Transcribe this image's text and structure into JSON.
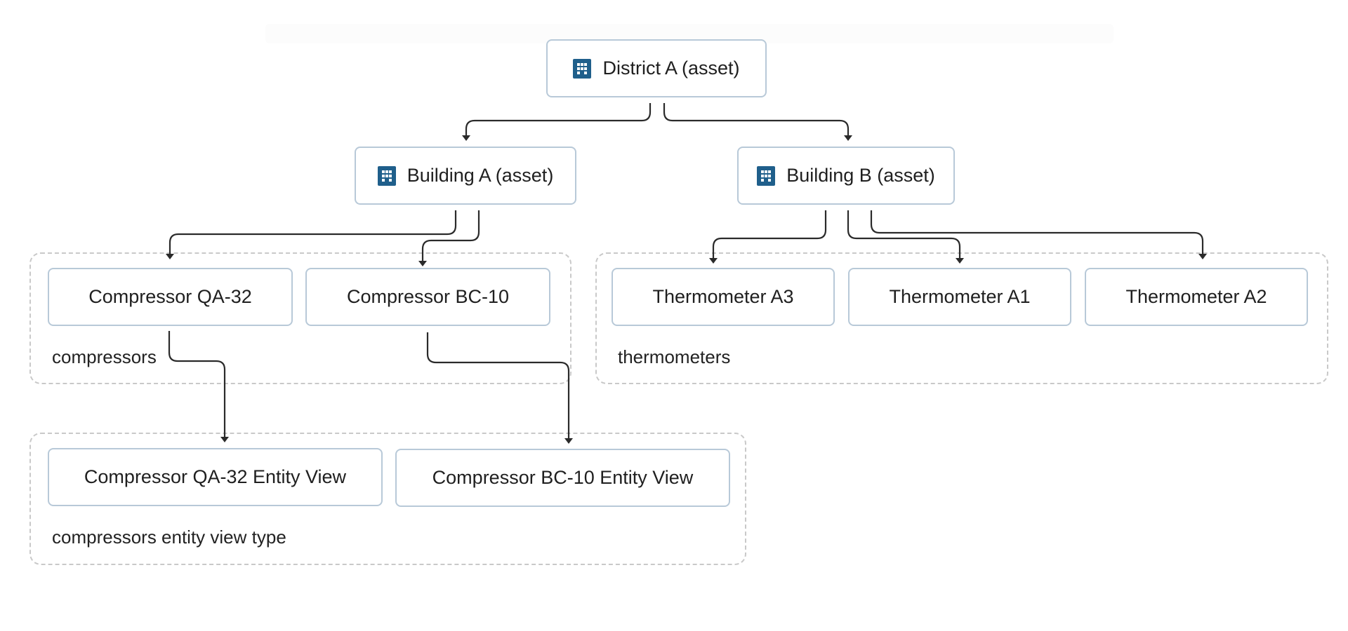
{
  "nodes": {
    "district_a": "District A (asset)",
    "building_a": "Building A (asset)",
    "building_b": "Building B (asset)",
    "compressor_qa32": "Compressor QA-32",
    "compressor_bc10": "Compressor BC-10",
    "thermometer_a3": "Thermometer A3",
    "thermometer_a1": "Thermometer A1",
    "thermometer_a2": "Thermometer A2",
    "compressor_qa32_view": "Compressor QA-32 Entity View",
    "compressor_bc10_view": "Compressor BC-10 Entity View"
  },
  "groups": {
    "compressors": "compressors",
    "thermometers": "thermometers",
    "entity_views": "compressors entity view type"
  },
  "icons": {
    "asset_icon": "building-icon",
    "asset_icon_color": "#1f5f8b"
  },
  "colors": {
    "node_border": "#b8c9d8",
    "group_border": "#c9c9c9",
    "edge": "#2a2a2a"
  }
}
